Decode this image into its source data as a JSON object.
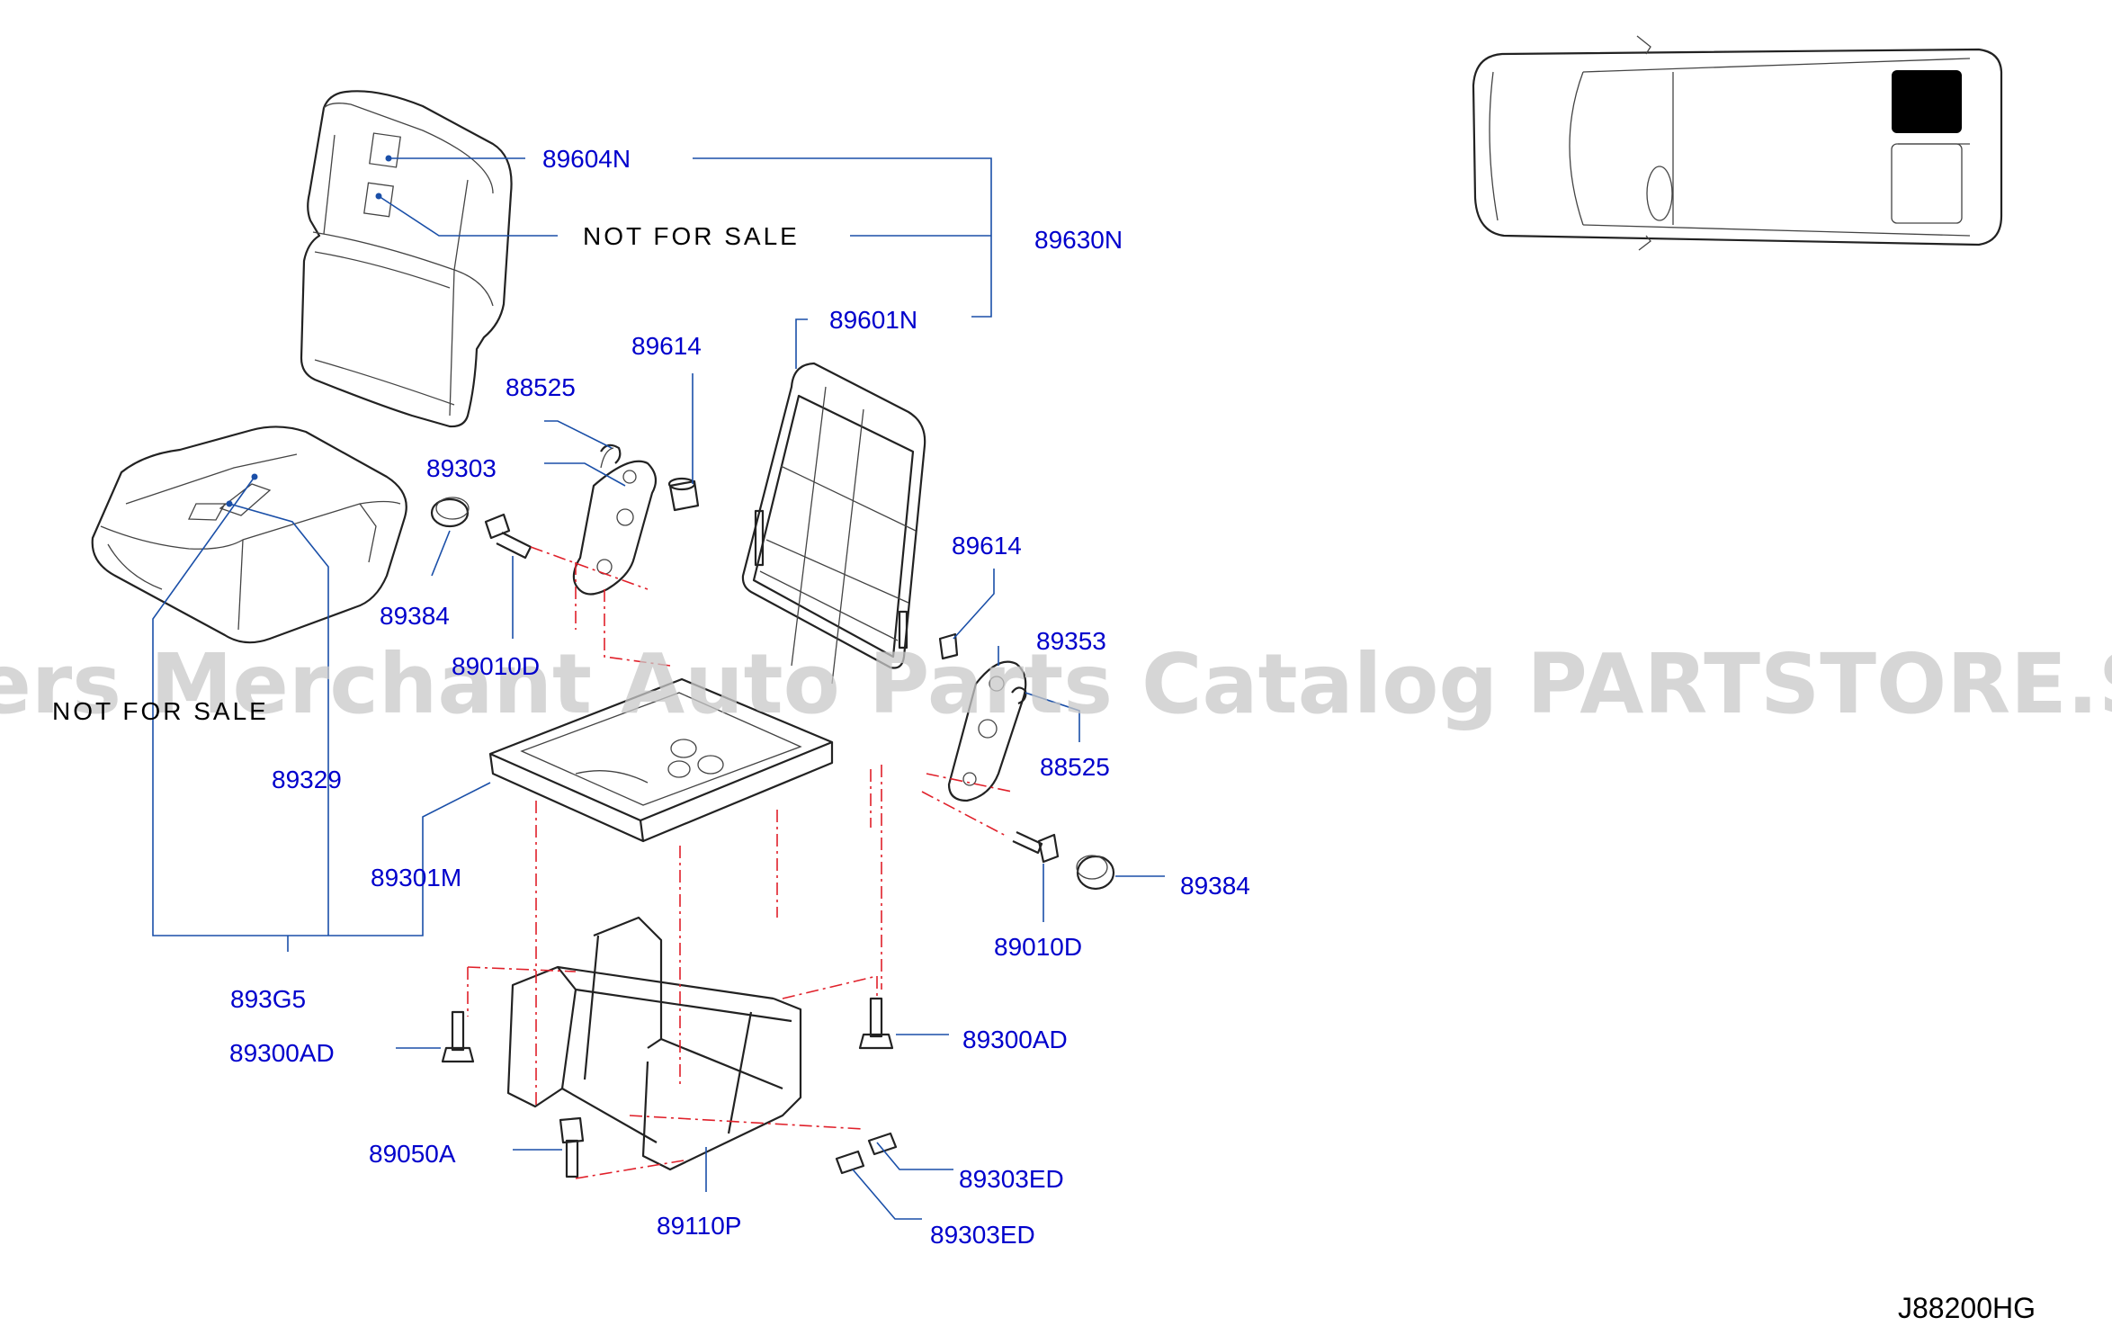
{
  "diagram": {
    "parts": {
      "p89604N": "89604N",
      "p89630N": "89630N",
      "p89601N": "89601N",
      "p89614a": "89614",
      "p88525a": "88525",
      "p89303": "89303",
      "p89384a": "89384",
      "p89010Da": "89010D",
      "p89329": "89329",
      "p89301M": "89301M",
      "p893G5": "893G5",
      "p89300ADa": "89300AD",
      "p89050A": "89050A",
      "p89110P": "89110P",
      "p89614b": "89614",
      "p89353": "89353",
      "p88525b": "88525",
      "p89384b": "89384",
      "p89010Db": "89010D",
      "p89300ADb": "89300AD",
      "p89303EDa": "89303ED",
      "p89303EDb": "89303ED"
    },
    "notes": {
      "back": "NOT  FOR  SALE",
      "cushion": "NOT  FOR  SALE"
    },
    "watermark": "Offers Merchant Auto Parts Catalog PARTSTORE.SA",
    "code": "J88200HG",
    "colors": {
      "label": "#0000cc",
      "leader": "#1a4fa8",
      "centerline": "#e0202a",
      "highlight": "#000000"
    }
  }
}
